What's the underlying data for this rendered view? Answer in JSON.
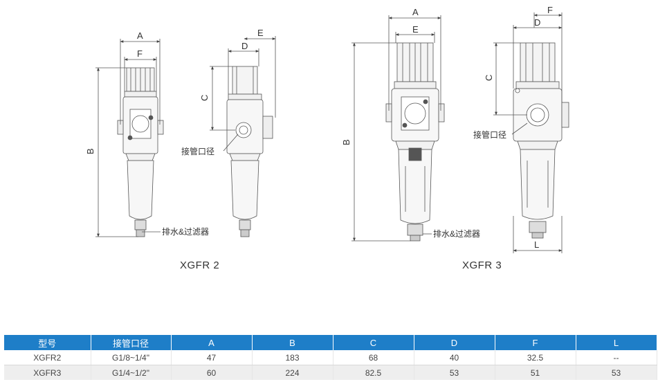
{
  "labels": {
    "A": "A",
    "B": "B",
    "C": "C",
    "D": "D",
    "E": "E",
    "F": "F",
    "L": "L",
    "port": "接管口径",
    "drain": "排水&过滤器"
  },
  "captions": {
    "left": "XGFR 2",
    "right": "XGFR 3"
  },
  "table": {
    "headers": [
      "型号",
      "接管口径",
      "A",
      "B",
      "C",
      "D",
      "F",
      "L"
    ],
    "rows": [
      [
        "XGFR2",
        "G1/8~1/4\"",
        "47",
        "183",
        "68",
        "40",
        "32.5",
        "--"
      ],
      [
        "XGFR3",
        "G1/4~1/2\"",
        "60",
        "224",
        "82.5",
        "53",
        "51",
        "53"
      ]
    ]
  }
}
